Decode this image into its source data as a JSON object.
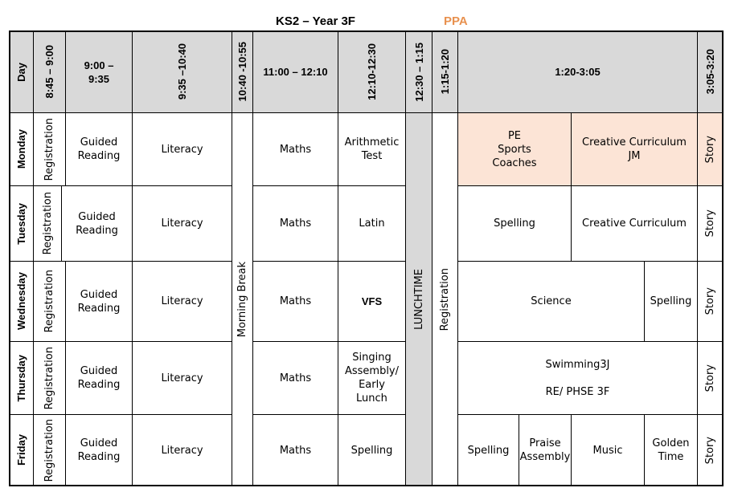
{
  "title": "KS2 – Year 3F",
  "ppa": "PPA",
  "colors": {
    "ppa": "#e8914f",
    "header_bg": "#d9d9d9",
    "ppa_bg": "#fce4d6"
  },
  "header": {
    "day": "Day",
    "t0845": "8:45 – 9:00",
    "t0900": "9:00 –\n9:35",
    "t0935": "9:35 –10:40",
    "t1040": "10:40 -10:55",
    "t1100": "11:00 – 12:10",
    "t1210": "12:10-12:30",
    "t1230": "12:30 – 1:15",
    "t0115": "1:15-1:20",
    "t0120": "1:20-3:05",
    "t0305": "3:05-3:20"
  },
  "spans": {
    "morning_break": "Morning Break",
    "lunchtime": "LUNCHTIME",
    "registration_pm": "Registration"
  },
  "days": {
    "monday": {
      "name": "Monday",
      "registration": "Registration",
      "guided": "Guided\nReading",
      "literacy": "Literacy",
      "maths": "Maths",
      "slot1210": "Arithmetic\nTest",
      "pm1": "PE\nSports\nCoaches",
      "pm2": "Creative Curriculum\nJM",
      "story": "Story"
    },
    "tuesday": {
      "name": "Tuesday",
      "registration": "Registration",
      "guided": "Guided\nReading",
      "literacy": "Literacy",
      "maths": "Maths",
      "slot1210": "Latin",
      "pm1": "Spelling",
      "pm2": "Creative Curriculum",
      "story": "Story"
    },
    "wednesday": {
      "name": "Wednesday",
      "registration": "Registration",
      "guided": "Guided\nReading",
      "literacy": "Literacy",
      "maths": "Maths",
      "slot1210": "VFS",
      "pm1": "Science",
      "pm2": "Spelling",
      "story": "Story"
    },
    "thursday": {
      "name": "Thursday",
      "registration": "Registration",
      "guided": "Guided\nReading",
      "literacy": "Literacy",
      "maths": "Maths",
      "slot1210": "Singing\nAssembly/\nEarly\nLunch",
      "pm1": "Swimming3J\n\nRE/ PHSE 3F",
      "story": "Story"
    },
    "friday": {
      "name": "Friday",
      "registration": "Registration",
      "guided": "Guided\nReading",
      "literacy": "Literacy",
      "maths": "Maths",
      "slot1210": "Spelling",
      "pm1": "Spelling",
      "pm2": "Praise\nAssembly",
      "pm3": "Music",
      "pm4": "Golden\nTime",
      "story": "Story"
    }
  }
}
